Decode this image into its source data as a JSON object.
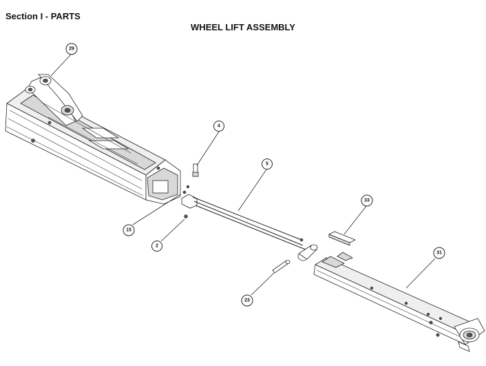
{
  "header": {
    "section_title": "Section I - PARTS",
    "diagram_title": "WHEEL LIFT ASSEMBLY"
  },
  "callouts": [
    {
      "id": "29",
      "label": "29"
    },
    {
      "id": "4",
      "label": "4"
    },
    {
      "id": "5",
      "label": "5"
    },
    {
      "id": "33",
      "label": "33"
    },
    {
      "id": "15",
      "label": "15"
    },
    {
      "id": "2",
      "label": "2"
    },
    {
      "id": "31",
      "label": "31"
    },
    {
      "id": "23",
      "label": "23"
    }
  ]
}
